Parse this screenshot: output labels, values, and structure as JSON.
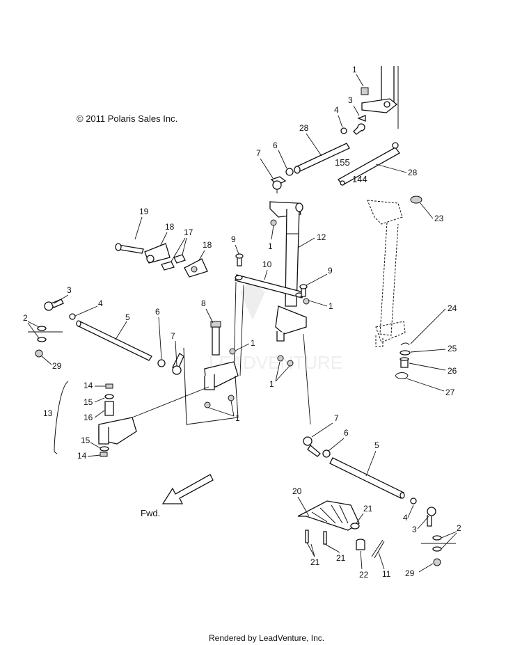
{
  "copyright": "© 2011 Polaris Sales Inc.",
  "footer": "Rendered by LeadVenture, Inc.",
  "watermark": "LEADVENTURE",
  "direction_label": "Fwd.",
  "dimension_labels": [
    "155",
    "144"
  ],
  "callouts": [
    "1",
    "2",
    "3",
    "4",
    "5",
    "6",
    "7",
    "8",
    "9",
    "10",
    "11",
    "12",
    "13",
    "14",
    "15",
    "16",
    "17",
    "18",
    "19",
    "20",
    "21",
    "22",
    "23",
    "24",
    "25",
    "26",
    "27",
    "28",
    "29"
  ]
}
